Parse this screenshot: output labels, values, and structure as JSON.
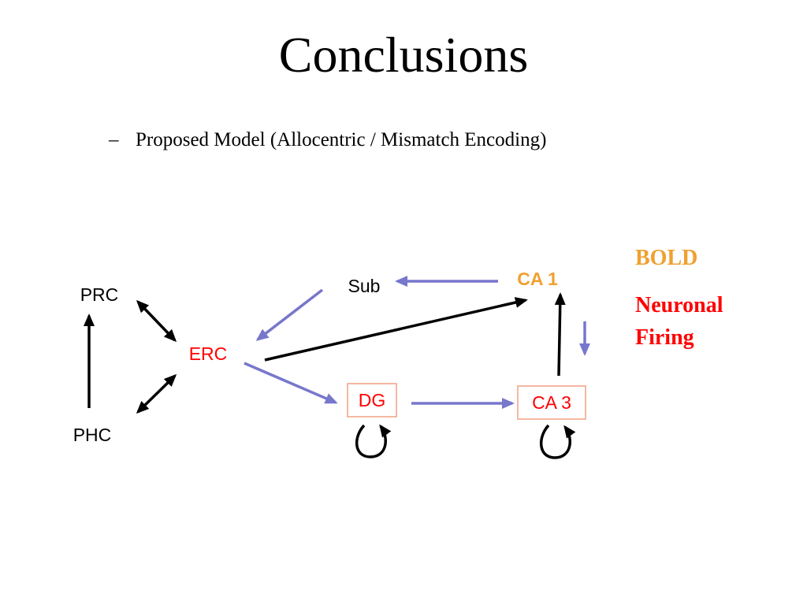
{
  "slide": {
    "title": "Conclusions",
    "bullet_marker": "–",
    "bullet_text": "Proposed Model (Allocentric / Mismatch Encoding)"
  },
  "colors": {
    "black": "#000000",
    "blue_arrow": "#7777cc",
    "red": "#ff0000",
    "orange": "#f0a030",
    "box_border": "#f0a080"
  },
  "diagram": {
    "nodes": {
      "prc": "PRC",
      "phc": "PHC",
      "erc": "ERC",
      "sub": "Sub",
      "ca1": "CA 1",
      "dg": "DG",
      "ca3": "CA 3"
    },
    "legend": {
      "bold": "BOLD",
      "neuronal_line1": "Neuronal",
      "neuronal_line2": "Firing"
    }
  }
}
